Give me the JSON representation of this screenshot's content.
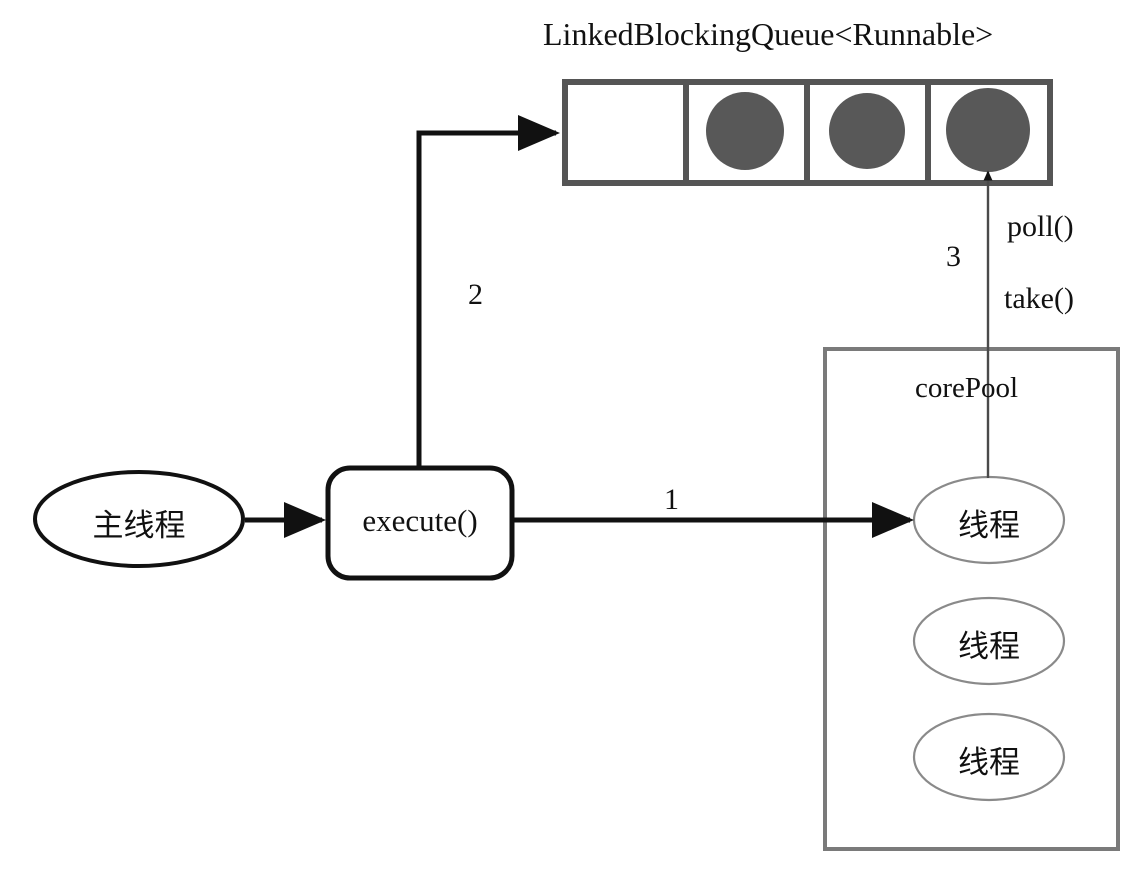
{
  "diagram": {
    "title_queue": "LinkedBlockingQueue<Runnable>",
    "corepool_label": "corePool",
    "main_thread": "主线程",
    "execute": "execute()",
    "threads": [
      {
        "label": "线程"
      },
      {
        "label": "线程"
      },
      {
        "label": "线程"
      }
    ],
    "queue_cells": [
      {
        "filled": false
      },
      {
        "filled": true
      },
      {
        "filled": true
      },
      {
        "filled": true
      }
    ],
    "edge_labels": {
      "submit_to_pool": "1",
      "enqueue": "2",
      "dequeue": "3",
      "poll": "poll()",
      "take": "take()"
    },
    "colors": {
      "queue_border": "#555555",
      "queue_task_fill": "#585858",
      "corepool_border": "#7a7a7a",
      "thread_ellipse_border": "#8a8a8a",
      "thick_black": "#111111",
      "background": "#ffffff"
    }
  }
}
